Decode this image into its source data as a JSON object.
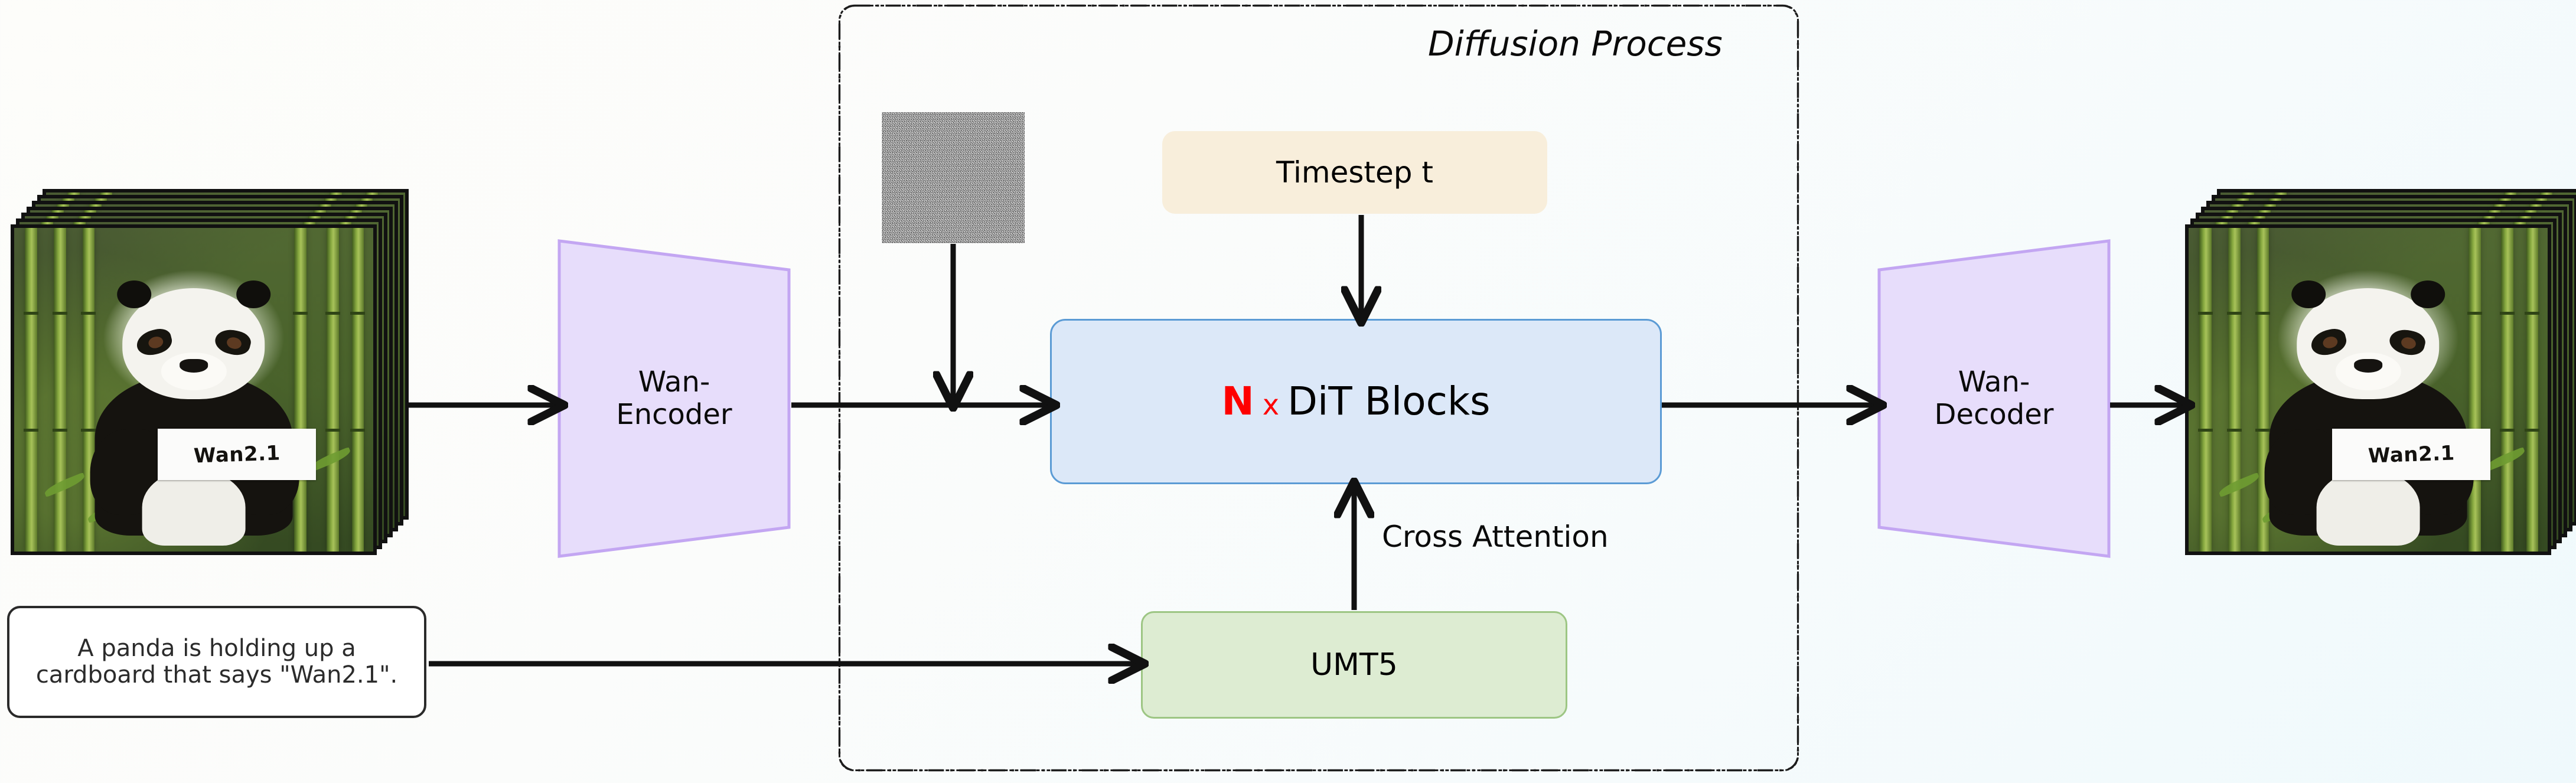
{
  "diagram": {
    "title": "Wan2.1 text-to-video latent diffusion pipeline",
    "group_label": "Diffusion Process",
    "background_colors": {
      "start": "#fdfdfa",
      "end": "#eff9fc"
    }
  },
  "input": {
    "name": "input-video-frames",
    "frame_count": 7,
    "sign_text": "Wan2.1",
    "caption": "panda holding a Wan2.1 sign in bamboo forest"
  },
  "prompt": {
    "line1": "A panda is holding up a",
    "line2": "cardboard that says \"Wan2.1\".",
    "full_text": "A panda is holding up a cardboard that says \"Wan2.1\".",
    "border_color": "#2a2a2a"
  },
  "encoder": {
    "line1": "Wan-",
    "line2": "Encoder",
    "fill": "#e7ddfb",
    "stroke": "#c3a6f2"
  },
  "noise": {
    "name": "gaussian-noise-latent",
    "label": ""
  },
  "timestep": {
    "label": "Timestep t",
    "fill": "#f8eedb"
  },
  "dit": {
    "repeat": "N",
    "multiply": "x",
    "label": "DiT Blocks",
    "fill": "#dce8f8",
    "stroke": "#5b9bd5",
    "repeat_color": "#fe0000"
  },
  "text_encoder": {
    "label": "UMT5",
    "fill": "#ddecd2",
    "stroke": "#9dc684"
  },
  "cross_attention": {
    "label": "Cross Attention"
  },
  "decoder": {
    "line1": "Wan-",
    "line2": "Decoder",
    "fill": "#e7ddfb",
    "stroke": "#c3a6f2"
  },
  "output": {
    "name": "output-video-frames",
    "frame_count": 7,
    "sign_text": "Wan2.1"
  },
  "edges": [
    {
      "from": "input-video-frames",
      "to": "encoder",
      "style": "solid-arrow"
    },
    {
      "from": "encoder",
      "to": "dit-blocks",
      "style": "solid-arrow"
    },
    {
      "from": "noise",
      "to": "latent-path",
      "style": "solid-arrow-down"
    },
    {
      "from": "timestep",
      "to": "dit-blocks",
      "style": "solid-arrow-down"
    },
    {
      "from": "prompt",
      "to": "umt5",
      "style": "solid-arrow"
    },
    {
      "from": "umt5",
      "to": "dit-blocks",
      "style": "solid-arrow-up",
      "label": "Cross Attention"
    },
    {
      "from": "dit-blocks",
      "to": "decoder",
      "style": "solid-arrow"
    },
    {
      "from": "decoder",
      "to": "output-video-frames",
      "style": "solid-arrow"
    }
  ]
}
